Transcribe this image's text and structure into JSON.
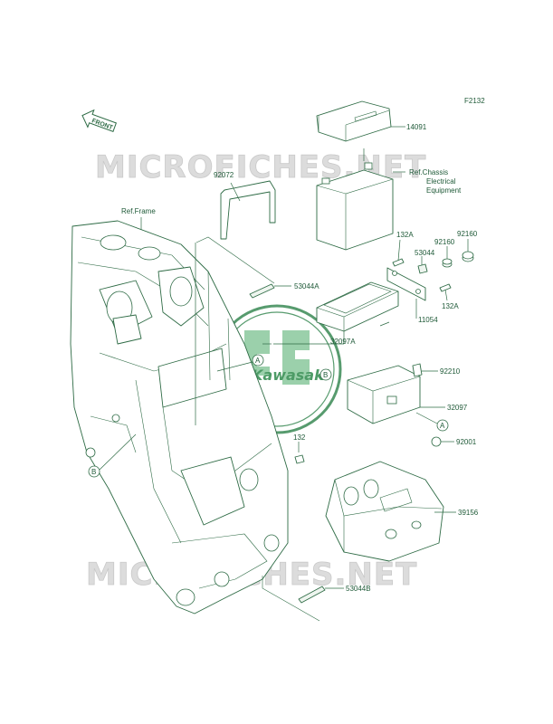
{
  "figure_code": "F2132",
  "front_arrow": "FRONT",
  "watermark": "MICROFICHES.NET",
  "logo_text": "Kawasaki",
  "ref_chassis": [
    "Ref.Chassis",
    "Electrical",
    "Equipment"
  ],
  "ref_frame": "Ref.Frame",
  "callout_letters": {
    "a": "A",
    "b": "B"
  },
  "parts": {
    "p14091": "14091",
    "p92072": "92072",
    "p53044A": "53044A",
    "p132A_top": "132A",
    "p53044": "53044",
    "p92160_a": "92160",
    "p92160_b": "92160",
    "p132A_right": "132A",
    "p11054": "11054",
    "p32097A": "32097A",
    "p92210": "92210",
    "p32097": "32097",
    "p92001": "92001",
    "p132": "132",
    "p39156": "39156",
    "p53044B": "53044B"
  }
}
